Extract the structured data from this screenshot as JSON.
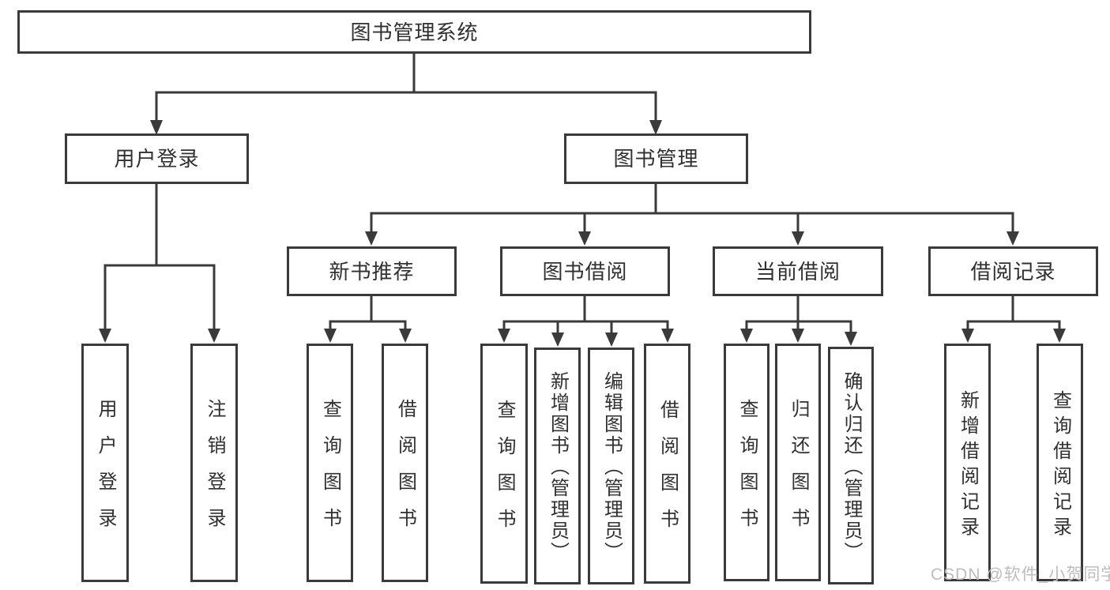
{
  "diagram": {
    "root": "图书管理系统",
    "level2": {
      "user_login": "用户登录",
      "book_management": "图书管理"
    },
    "level3": {
      "new_book_recommend": "新书推荐",
      "book_borrow": "图书借阅",
      "current_borrow": "当前借阅",
      "borrow_record": "借阅记录"
    },
    "leaves": {
      "user_login": [
        "用户登录",
        "注销登录"
      ],
      "new_book_recommend": [
        "查询图书",
        "借阅图书"
      ],
      "book_borrow": [
        "查询图书",
        "新增图书（管理员）",
        "编辑图书（管理员）",
        "借阅图书"
      ],
      "current_borrow": [
        "查询图书",
        "归还图书",
        "确认归还（管理员）"
      ],
      "borrow_record": [
        "新增借阅记录",
        "查询借阅记录"
      ]
    }
  },
  "watermark": "CSDN @软件_小贺同学",
  "colors": {
    "line": "#3a3a3a",
    "text": "#303030",
    "background": "#ffffff",
    "watermark": "#bdbdbd"
  }
}
